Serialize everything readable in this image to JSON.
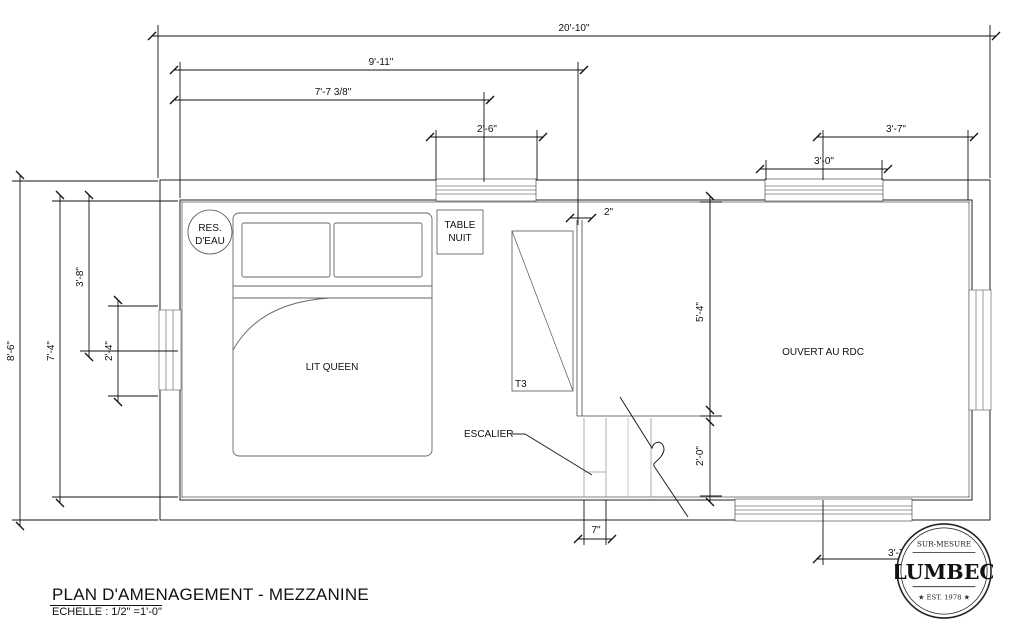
{
  "plan": {
    "dimensions": {
      "overall_width": "20'-10\"",
      "width_left": "9'-11\"",
      "width_inner": "7'-7 3/8\"",
      "window_top": "2'-6\"",
      "right_top": "3'-7\"",
      "window_right": "3'-0\"",
      "overall_height": "8'-6\"",
      "inner_height": "7'-4\"",
      "height_a": "3'-8\"",
      "height_b": "2'-4\"",
      "stair_gap": "2\"",
      "opening_height": "5'-4\"",
      "stair_height": "2'-0\"",
      "stair_bottom": "7\"",
      "bottom_right": "3'-7\""
    },
    "labels": {
      "water_tank_line1": "RES.",
      "water_tank_line2": "D'EAU",
      "nightstand_line1": "TABLE",
      "nightstand_line2": "NUIT",
      "bed": "LIT QUEEN",
      "wardrobe": "T3",
      "stairs": "ESCALIER",
      "open_area": "OUVERT AU RDC"
    }
  },
  "title": "PLAN D'AMENAGEMENT - MEZZANINE",
  "scale": "ECHELLE : 1/2\" =1'-0\"",
  "logo": {
    "top": "SUR-MESURE",
    "name": "LUMBEC",
    "bottom": "★ EST. 1978 ★"
  }
}
